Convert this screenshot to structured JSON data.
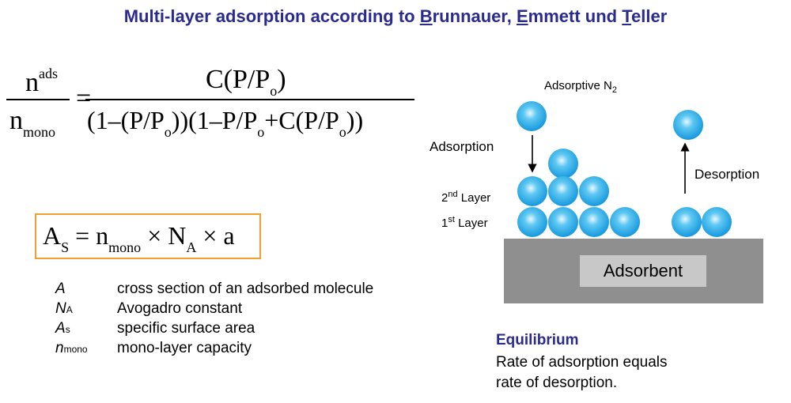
{
  "title": {
    "prefix": "Multi-layer adsorption according to ",
    "b_initial": "B",
    "b_rest": "runnauer, ",
    "e_initial": "E",
    "e_rest": "mmett und ",
    "t_initial": "T",
    "t_rest": "eller"
  },
  "bet_equation": {
    "lhs_num": "n",
    "lhs_num_sup": "ads",
    "lhs_den": "n",
    "lhs_den_sub": "mono",
    "equals": "=",
    "rhs_num": "C(P/P",
    "rhs_num_sub": "o",
    "rhs_num_end": ")",
    "den_a": "(1–(P/P",
    "den_a_sub": "o",
    "den_b": "))(1–P/P",
    "den_b_sub": "o",
    "den_c": "+C(P/P",
    "den_c_sub": "o",
    "den_d": "))"
  },
  "area_equation": {
    "a": "A",
    "a_sub": "S",
    "eq": " = n",
    "n_sub": "mono",
    "rest1": " × N",
    "na_sub": "A",
    "rest2": " × a"
  },
  "legend": [
    {
      "symbol": "A",
      "symbol_sub": "",
      "desc": "cross section of an adsorbed molecule"
    },
    {
      "symbol": "N",
      "symbol_sub": "A",
      "desc": "Avogadro constant"
    },
    {
      "symbol": "A",
      "symbol_sub": "s",
      "desc": "specific surface area"
    },
    {
      "symbol": "n",
      "symbol_sub": "mono",
      "desc": "mono-layer capacity"
    }
  ],
  "diagram": {
    "adsorptive": "Adsorptive N",
    "adsorptive_sub": "2",
    "adsorption": "Adsorption",
    "desorption": "Desorption",
    "layer2": "2",
    "layer2_sup": "nd",
    "layer2_rest": " Layer",
    "layer1": "1",
    "layer1_sup": "st",
    "layer1_rest": " Layer",
    "adsorbent": "Adsorbent"
  },
  "equilibrium": {
    "heading": "Equilibrium",
    "line1": "Rate of adsorption equals",
    "line2": "rate of desorption."
  },
  "colors": {
    "title": "#2b2b8f",
    "box_border": "#f0a030",
    "molecule": "#1fa8e8",
    "adsorbent": "#8f8f8f"
  }
}
